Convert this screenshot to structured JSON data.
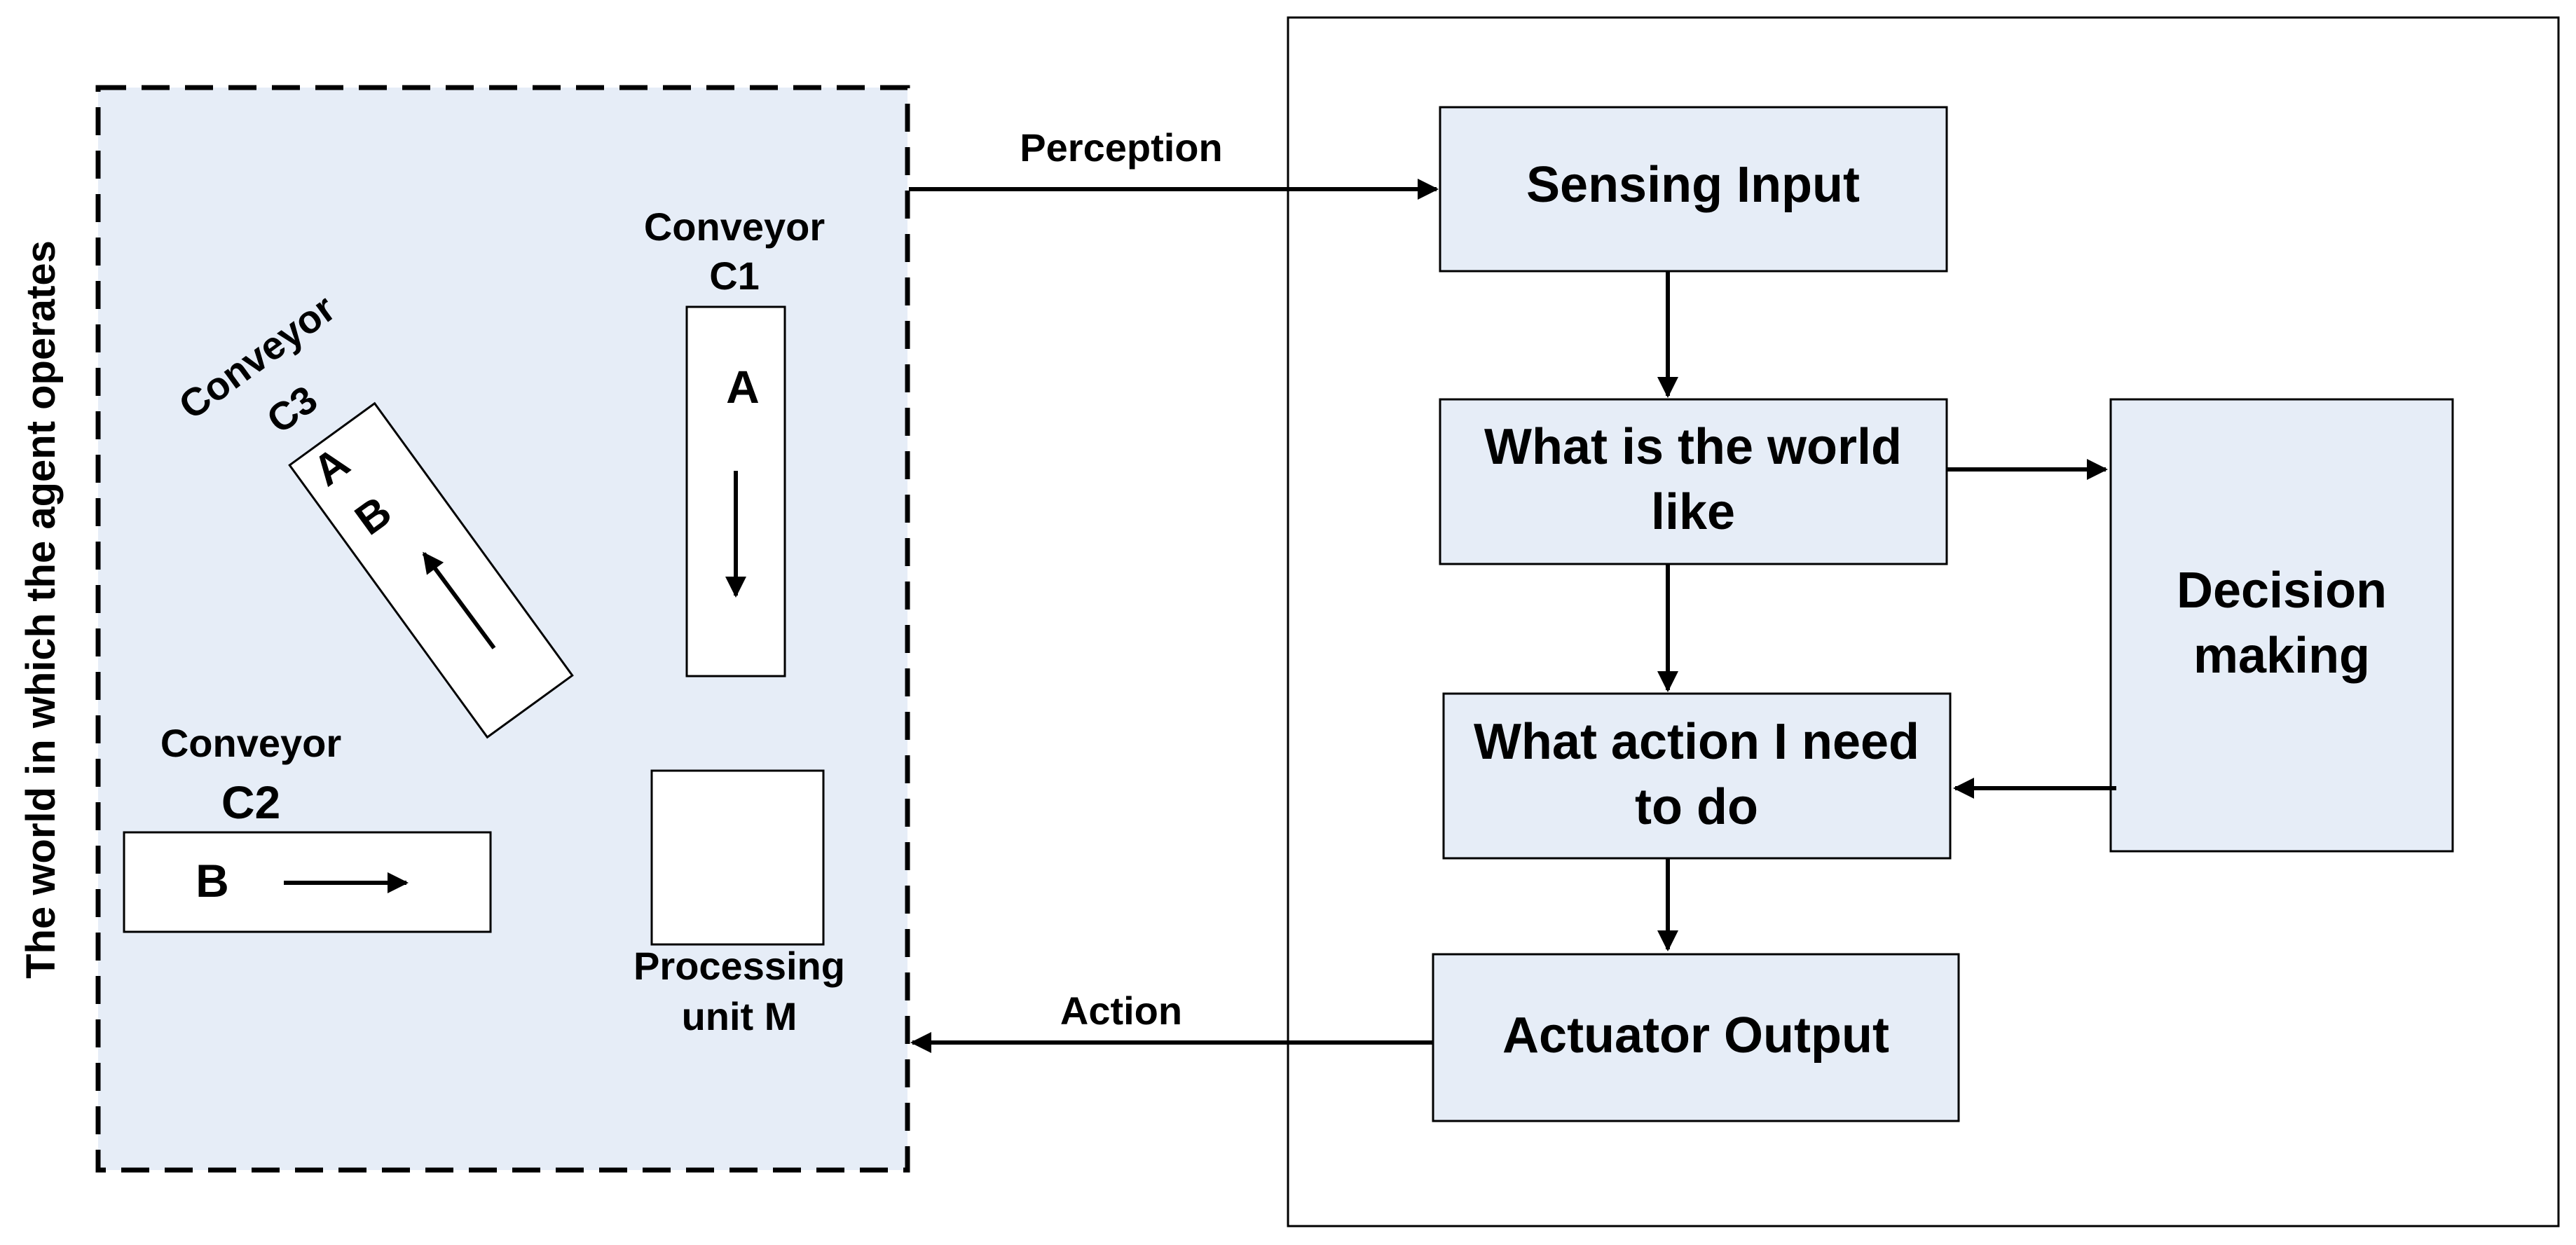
{
  "world": {
    "side_label": "The world in which the agent operates",
    "conveyor_c1": {
      "label_line1": "Conveyor",
      "label_line2": "C1",
      "item": "A"
    },
    "conveyor_c3": {
      "label_line1": "Conveyor",
      "label_line2": "C3",
      "item1": "A",
      "item2": "B"
    },
    "conveyor_c2": {
      "label_line1": "Conveyor",
      "label_line2": "C2",
      "item": "B"
    },
    "processing_unit": {
      "label_line1": "Processing",
      "label_line2": "unit M"
    }
  },
  "flows": {
    "perception": "Perception",
    "action": "Action"
  },
  "agent": {
    "sensing_input": "Sensing Input",
    "world_like_line1": "What is the world",
    "world_like_line2": "like",
    "action_need_line1": "What action I need",
    "action_need_line2": "to do",
    "actuator_output": "Actuator Output",
    "decision_line1": "Decision",
    "decision_line2": "making"
  },
  "colors": {
    "box_fill": "#e6edf7",
    "stroke": "#000000"
  }
}
